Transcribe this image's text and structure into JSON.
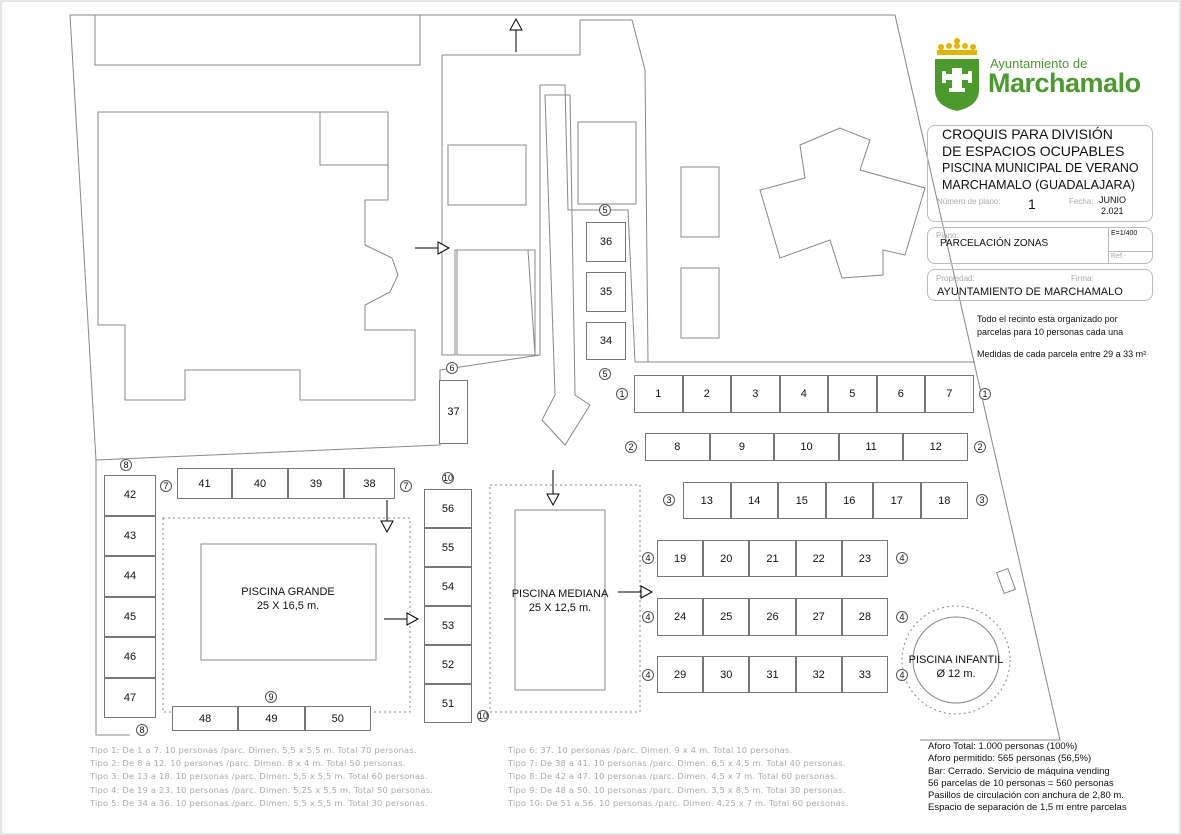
{
  "logo": {
    "line1": "Ayuntamiento de",
    "line2": "Marchamalo",
    "green": "#4a9a2c",
    "gold": "#e5b400"
  },
  "title_block": {
    "title_lines": [
      "CROQUIS PARA DIVISIÓN",
      "DE ESPACIOS OCUPABLES",
      "PISCINA MUNICIPAL DE VERANO",
      "MARCHAMALO (GUADALAJARA)"
    ],
    "plan_number_label": "Número de plano:",
    "plan_number": "1",
    "date_label": "Fecha:",
    "date_month": "JUNIO",
    "date_year": "2.021",
    "plano_label": "Plano:",
    "plano_value": "PARCELACIÓN ZONAS",
    "scale": "E=1/400",
    "ref": "Ref.-",
    "propiedad_label": "Propiedad:",
    "firma_label": "Firma:",
    "propiedad_value": "AYUNTAMIENTO DE MARCHAMALO"
  },
  "info": {
    "line1": "Todo el recinto esta organizado por",
    "line2": "parcelas para 10 personas cada una",
    "line3": "Medidas de cada parcela entre 29 a 33 m²"
  },
  "pools": {
    "grande": {
      "name": "PISCINA GRANDE",
      "dims": "25 X 16,5 m."
    },
    "mediana": {
      "name": "PISCINA MEDIANA",
      "dims": "25 X 12,5 m."
    },
    "infantil": {
      "name": "PISCINA INFANTIL",
      "dims": "Ø 12 m."
    }
  },
  "parcels": [
    "1",
    "2",
    "3",
    "4",
    "5",
    "6",
    "7",
    "8",
    "9",
    "10",
    "11",
    "12",
    "13",
    "14",
    "15",
    "16",
    "17",
    "18",
    "19",
    "20",
    "21",
    "22",
    "23",
    "24",
    "25",
    "26",
    "27",
    "28",
    "29",
    "30",
    "31",
    "32",
    "33",
    "34",
    "35",
    "36",
    "37",
    "38",
    "39",
    "40",
    "41",
    "42",
    "43",
    "44",
    "45",
    "46",
    "47",
    "48",
    "49",
    "50",
    "51",
    "52",
    "53",
    "54",
    "55",
    "56"
  ],
  "zone_markers": [
    "1",
    "1",
    "2",
    "2",
    "3",
    "3",
    "4",
    "4",
    "4",
    "4",
    "4",
    "4",
    "5",
    "5",
    "6",
    "7",
    "7",
    "8",
    "8",
    "9",
    "10",
    "10"
  ],
  "legend_left": [
    "Tipo 1: De 1 a 7. 10 personas /parc. Dimen. 5,5 x 5,5 m. Total 70 personas.",
    "Tipo 2: De 8 a 12. 10 personas /parc. Dimen. 8 x 4 m. Total 50 personas.",
    "Tipo 3: De 13 a 18. 10 personas /parc. Dimen. 5,5 x 5,5 m. Total 60 personas.",
    "Tipo 4: De 19 a 23. 10 personas /parc. Dimen. 5,25 x 5,5 m. Total 50 personas.",
    "Tipo 5: De 34 a 36. 10 personas /parc. Dimen. 5,5 x 5,5 m. Total 30 personas."
  ],
  "legend_right": [
    "Tipo 6: 37. 10 personas /parc. Dimen. 9 x 4 m. Total 10 personas.",
    "Tipo 7: De 38 a 41. 10 personas /parc. Dimen. 6,5 x 4,5 m. Total 40 personas.",
    "Tipo 8: De 42 a 47. 10 personas /parc. Dimen. 4,5 x 7 m. Total 60 personas.",
    "Tipo 9: De 48 a 50. 10 personas /parc. Dimen. 3,5 x 8,5 m. Total 30 personas.",
    "Tipo 10: De 51 a 56. 10 personas /parc. Dimen. 4,25 x 7 m. Total 60 personas."
  ],
  "notes": [
    "Aforo Total: 1.000 personas (100%)",
    "Aforo permitido: 565 personas (56,5%)",
    "Bar: Cerrado. Servicio de máquina vending",
    "56 parcelas de 10 personas = 560 personas",
    "Pasillos de circulación con anchura de 2,80 m.",
    "Espacio de separación de 1,5 m entre parcelas"
  ]
}
